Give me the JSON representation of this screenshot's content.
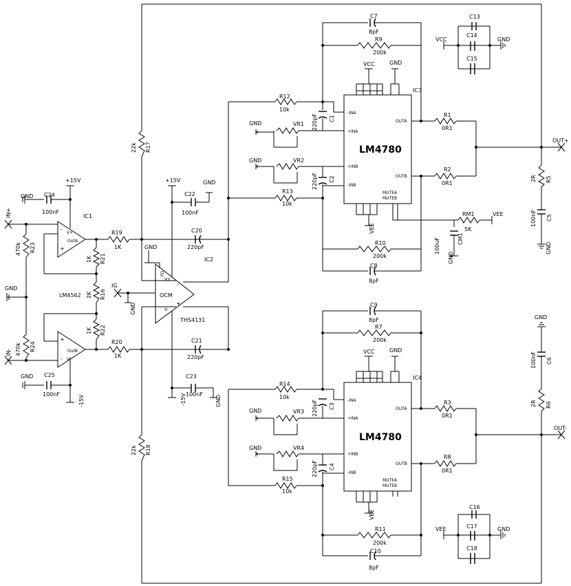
{
  "labels": {
    "c7": "C7",
    "c7v": "8pF",
    "r9": "R9",
    "r9v": "200k",
    "c13": "C13",
    "c14": "C14",
    "c15": "C15",
    "vcc_top": "VCC",
    "gnd_top": "GND",
    "vcc_ic3": "VCC",
    "gnd_ic3": "GND",
    "ic3": "IC3",
    "r12": "R12",
    "r12v": "10k",
    "vr1": "VR1",
    "gnd_vr1": "GND",
    "c1": "C1",
    "c1v": "220pF",
    "vr2": "VR2",
    "gnd_vr2": "GND",
    "c2": "C2",
    "c2v": "220pF",
    "r13": "R13",
    "r13v": "10k",
    "ic3_name": "LM4780",
    "ina": "-INA",
    "pina": "+INA",
    "pinb": "+INB",
    "inb": "-INB",
    "outa": "OUTA",
    "outb": "OUTB",
    "mutea": "MUTEA",
    "muteb": "MUTEB",
    "vee_ic3": "VEE",
    "r1": "R1",
    "r1v": "0R1",
    "r2": "R2",
    "r2v": "0R1",
    "rm1": "RM1",
    "rm1v": "5K",
    "vee_rm": "VEE",
    "cm1": "CM1",
    "cm1v": "100uF",
    "gnd_cm1": "GND",
    "r10": "R10",
    "r10v": "200k",
    "c8": "C8",
    "c8v": "8pF",
    "outp": "OUT+",
    "r5": "R5",
    "r5v": "2R",
    "c5": "C5",
    "c5v": "100nF",
    "gnd_c5": "GND",
    "r17": "R17",
    "r17v": "22k",
    "r18": "R18",
    "r18v": "22k",
    "p15_ic1": "+15V",
    "gnd_c24": "GND",
    "c24": "C24",
    "c24v": "100nF",
    "ic1": "IC1",
    "inp": "IN+",
    "r23": "R23",
    "r23v": "470k",
    "gnd_left": "GND",
    "ic1a_vp": "V+",
    "ic1a_out": "OutA",
    "r19": "R19",
    "r19v": "1K",
    "r21": "R21",
    "r21v": "1K",
    "r16": "R16",
    "r16v": "2K",
    "lm4562": "LM4562",
    "r22": "R22",
    "r22v": "1K",
    "ic1b_vm": "V-",
    "ic1b_out": "OutB",
    "r20": "R20",
    "r20v": "1K",
    "inm": "IN-",
    "r24": "R24",
    "r24v": "470k",
    "gnd_c25": "GND",
    "c25": "C25",
    "c25v": "100nF",
    "m15_ic1": "-15V",
    "p15_ic2": "+15V",
    "c22": "C22",
    "c22v": "100nF",
    "gnd_c22": "GND",
    "c20": "C20",
    "c20v": "220pF",
    "ic2": "IC2",
    "gnd_ic2": "GND",
    "pd": "PD",
    "ocm": "OCM",
    "ic2_vp": "V+",
    "ic2_vm": "V-",
    "ths": "THS4131",
    "ig": "IG",
    "gnd_ig": "GND",
    "c21": "C21",
    "c21v": "220pF",
    "c23": "C23",
    "c23v": "100nF",
    "m15_ic2": "-15V",
    "gnd_c23": "GND",
    "c9": "C9",
    "c9v": "8pF",
    "r7": "R7",
    "r7v": "200k",
    "vcc_ic4": "VCC",
    "gnd_ic4": "GND",
    "ic4": "IC4",
    "ic4_name": "LM4780",
    "r14": "R14",
    "r14v": "10k",
    "vr3": "VR3",
    "gnd_vr3": "GND",
    "c3": "C3",
    "c3v": "220pF",
    "vr4": "VR4",
    "gnd_vr4": "GND",
    "c4": "C4",
    "c4v": "220pF",
    "r15": "R15",
    "r15v": "10k",
    "ina4": "-INA",
    "pina4": "+INA",
    "pinb4": "+INB",
    "inb4": "-INB",
    "outa4": "OUTA",
    "outb4": "OUTB",
    "mutea4": "MUTEA",
    "muteb4": "MUTEB",
    "vee_ic4": "VEE",
    "r3": "R3",
    "r3v": "0R1",
    "r8": "R8",
    "r8v": "0R1",
    "outm": "OUT-",
    "r6": "R6",
    "r6v": "2R",
    "c6": "C6",
    "c6v": "100nF",
    "gnd_c6": "GND",
    "r11": "R11",
    "r11v": "200k",
    "c10": "C10",
    "c10v": "8pF",
    "c16": "C16",
    "c17": "C17",
    "c18": "C18",
    "vee_bot": "VEE",
    "gnd_bot": "GND"
  }
}
